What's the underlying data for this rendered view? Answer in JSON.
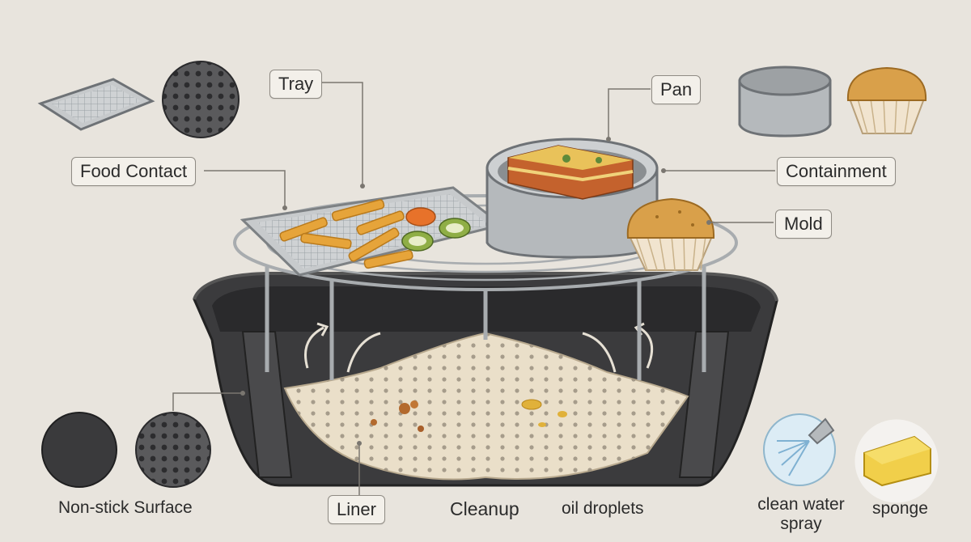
{
  "labels": {
    "tray": "Tray",
    "pan": "Pan",
    "food_contact": "Food Contact",
    "containment": "Containment",
    "mold": "Mold",
    "non_stick_surface": "Non-stick Surface",
    "liner": "Liner",
    "cleanup": "Cleanup",
    "oil_droplets": "oil droplets",
    "clean_water_spray_line1": "clean water",
    "clean_water_spray_line2": "spray",
    "sponge": "sponge"
  },
  "icons": [
    "mesh-tray-icon",
    "perforated-disc-icon",
    "round-pan-icon",
    "muffin-icon",
    "solid-disc-icon",
    "perforated-disc-icon",
    "water-spray-icon",
    "sponge-icon"
  ],
  "colors": {
    "background": "#e8e4dd",
    "basket": "#3b3b3d",
    "metal": "#b9bcbf",
    "liner": "#eadfc9",
    "muffin": "#d9a04a",
    "fries": "#e6a43a",
    "lasagna_cheese": "#e9c25a",
    "accent_water": "#9cc6de"
  }
}
